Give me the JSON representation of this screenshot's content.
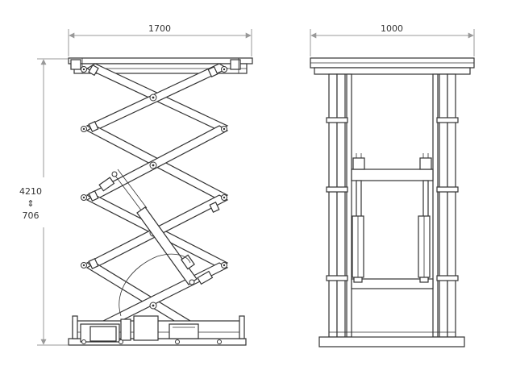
{
  "dimensions": {
    "side_width": "1700",
    "front_width": "1000",
    "max_height": "4210",
    "min_height": "706",
    "height_arrow": "⇕"
  },
  "colors": {
    "line": "#333333",
    "dimension_line": "#999999",
    "background": "#ffffff"
  }
}
